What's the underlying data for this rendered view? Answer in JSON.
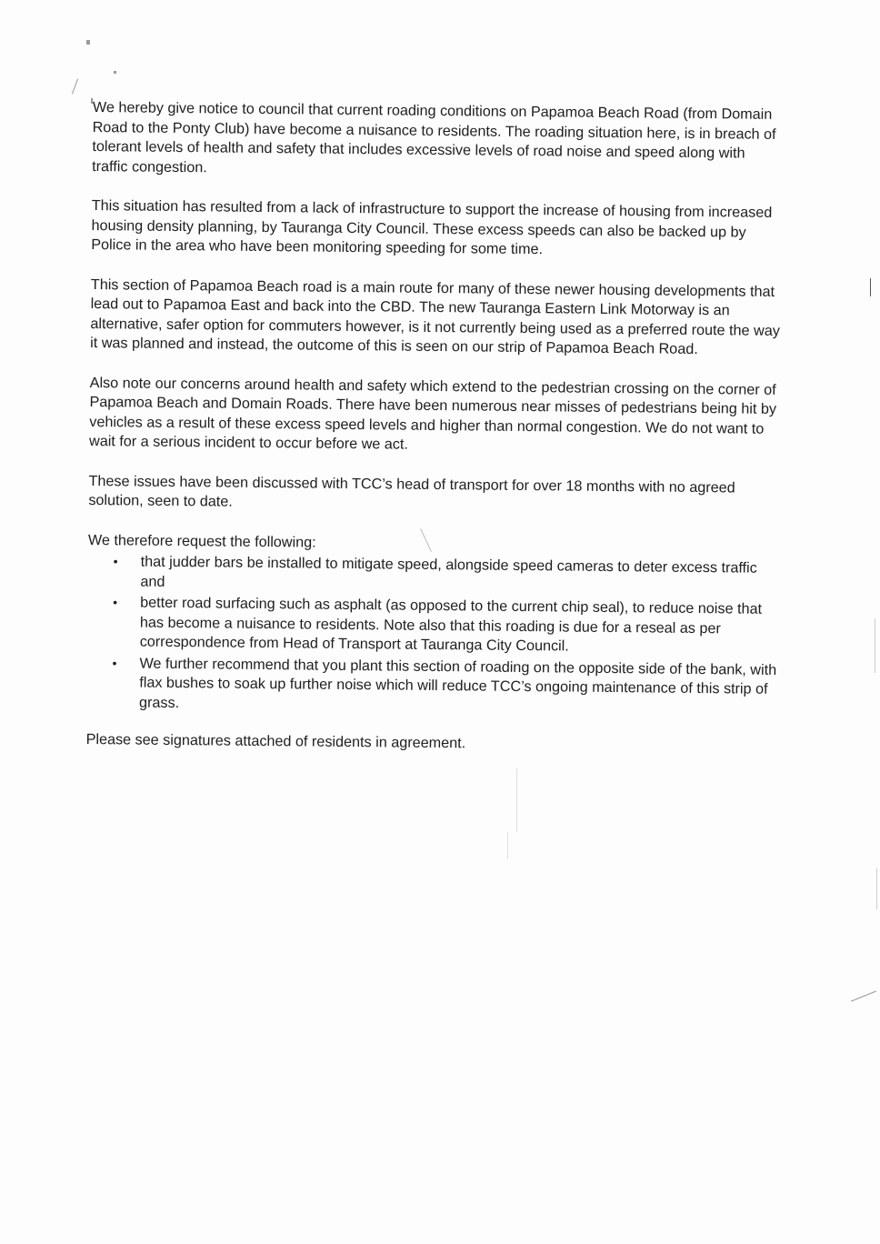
{
  "letter": {
    "paragraphs": [
      "We hereby give notice to council that current roading conditions on Papamoa Beach Road (from Domain Road to the Ponty Club) have become a nuisance to residents. The roading situation here, is in breach of tolerant levels of health and safety that includes excessive levels of road noise and speed along with traffic congestion.",
      "This situation has resulted from a lack of infrastructure to support the increase of housing from increased housing density planning, by Tauranga City Council. These excess speeds can also be backed up by  Police in the area who have been monitoring speeding for some time.",
      "This section of Papamoa Beach road is a main route for many of these newer housing developments that lead out to Papamoa East and back into the CBD. The new Tauranga Eastern Link Motorway is an alternative, safer option for commuters however, is it not currently being used as a preferred route the way it was planned and instead, the outcome of this is seen on our strip of Papamoa Beach Road.",
      "Also note our concerns around health and safety which extend to the pedestrian crossing on the corner of Papamoa Beach and Domain Roads. There have been numerous near misses of pedestrians being hit by vehicles as a result of these excess speed levels and higher than normal congestion. We do not want to wait for a serious incident to occur before we act.",
      "These issues have been discussed with TCC’s head of transport for over 18 months with no agreed solution, seen to date."
    ],
    "request_intro": "We therefore request the following:",
    "bullet_glyph": "•",
    "requests": [
      "that judder bars be installed to mitigate speed, alongside speed cameras to deter excess traffic and",
      "better road surfacing such as asphalt (as opposed to the current chip seal), to reduce noise that has become a nuisance to residents. Note also that this roading is due for a reseal as per correspondence from Head of Transport at Tauranga City Council.",
      "We further recommend that you plant this section of roading on the opposite side of the bank, with flax bushes to soak up further noise which will reduce TCC’s ongoing maintenance of this strip of grass."
    ],
    "closing": "Please see signatures attached of residents in agreement."
  }
}
